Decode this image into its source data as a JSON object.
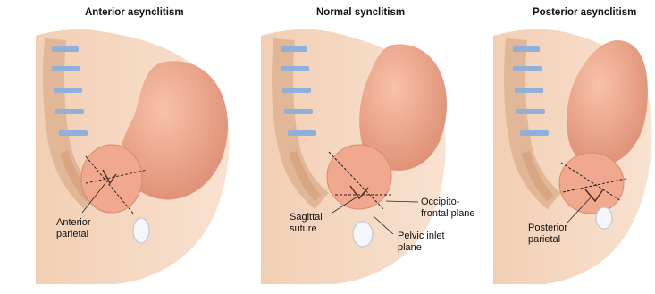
{
  "panels": [
    {
      "title": "Anterior asynclitism",
      "labels": [
        "Anterior",
        "parietal"
      ]
    },
    {
      "title": "Normal synclitism",
      "labels": {
        "sagittal": [
          "Sagittal",
          "suture"
        ],
        "occipito": [
          "Occipito-",
          "frontal plane"
        ],
        "pelvic": [
          "Pelvic inlet",
          "plane"
        ]
      }
    },
    {
      "title": "Posterior asynclitism",
      "labels": [
        "Posterior",
        "parietal"
      ]
    }
  ],
  "colors": {
    "skin": "#f6dcc6",
    "skin_shadow": "#ecc2a4",
    "fetus": "#f0a98e",
    "fetus_shadow": "#df8e74",
    "spine": "#e9c5a6",
    "disc": "#8fb0d8",
    "line": "#222222"
  }
}
